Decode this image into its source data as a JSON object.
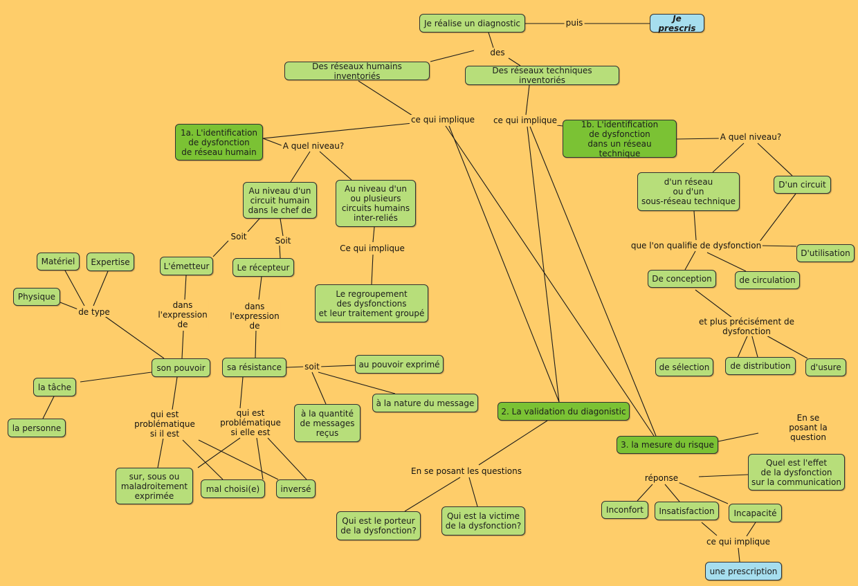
{
  "colors": {
    "background": "#FECD6A",
    "concept_light": "#B7DE7A",
    "concept_dark": "#7BC234",
    "concept_blue": "#A6DEEE",
    "link": "#1a1a1a"
  },
  "concepts": {
    "diagnostic": "Je réalise un diagnostic",
    "prescris": "Je prescris",
    "reseaux_humains": "Des réseaux humains inventoriés",
    "reseaux_techniques": "Des réseaux techniques inventoriés",
    "id_humain": "1a. L'identification\nde dysfonction\nde réseau humain",
    "id_technique": "1b. L'identification\nde dysfonction\ndans un réseau technique",
    "circuit_humain": "Au niveau d'un\ncircuit humain\ndans le chef de",
    "circuits_inter": "Au niveau d'un\nou plusieurs\ncircuits humains\ninter-reliés",
    "emetteur": "L'émetteur",
    "recepteur": "Le récepteur",
    "regroupement": "Le regroupement\ndes dysfonctions\net leur traitement groupé",
    "materiel": "Matériel",
    "expertise": "Expertise",
    "physique": "Physique",
    "son_pouvoir": "son pouvoir",
    "sa_resistance": "sa résistance",
    "pouvoir_exprime": "au pouvoir exprimé",
    "nature_message": "à la nature du message",
    "quantite": "à la quantité\nde messages\nreçus",
    "tache": "la tâche",
    "personne": "la personne",
    "sur_sous": "sur, sous ou\nmaladroitement\nexprimée",
    "mal_choisi": "mal choisi(e)",
    "inverse": "inversé",
    "validation": "2. La validation du diagonistic",
    "porteur": "Qui est le porteur\nde la dysfonction?",
    "victime": "Qui est la victime\nde la dysfonction?",
    "reseau_tech": "d'un réseau\nou d'un\nsous-réseau technique",
    "un_circuit": "D'un circuit",
    "utilisation": "D'utilisation",
    "conception": "De conception",
    "circulation": "de circulation",
    "selection": "de sélection",
    "distribution": "de distribution",
    "usure": "d'usure",
    "mesure_risque": "3. la mesure du risque",
    "effet": "Quel est l'effet\nde la dysfonction\nsur la communication",
    "inconfort": "Inconfort",
    "insatisfaction": "Insatisfaction",
    "incapacite": "Incapacité",
    "prescription": "une prescription"
  },
  "link_labels": {
    "puis": "puis",
    "des": "des",
    "cqi_left": "ce qui implique",
    "cqi_right": "ce qui implique",
    "niveau_left": "A quel niveau?",
    "niveau_right": "A quel niveau?",
    "soit1": "Soit",
    "soit2": "Soit",
    "ce_qui_implique_cap": "Ce qui implique",
    "dans1": "dans\nl'expression\nde",
    "dans2": "dans\nl'expression\nde",
    "de_type": "de type",
    "soit_low": "soit",
    "problematique_il": "qui est\nproblématique\nsi il est",
    "problematique_elle": "qui est\nproblématique\nsi elle est",
    "questions": "En se posant les questions",
    "qualifie": "que l'on qualifie de dysfonction",
    "precisement": "et plus  précisément de dysfonction",
    "question": "En se posant la question",
    "reponse": "réponse",
    "cqi_bottom": "ce qui implique"
  }
}
